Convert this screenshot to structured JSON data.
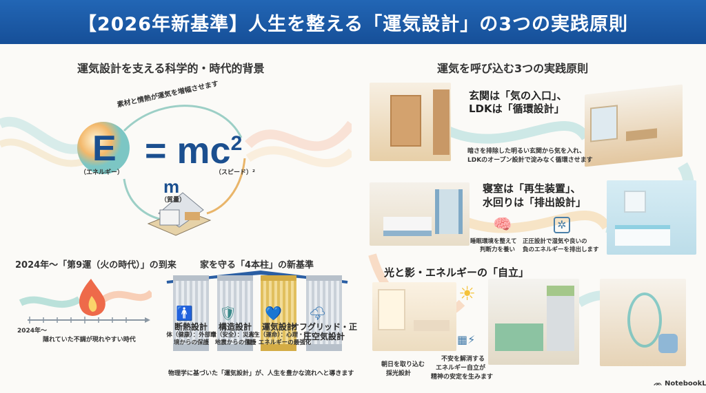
{
  "header": {
    "title": "【2026年新基準】人生を整える「運気設計」の3つの実践原則"
  },
  "left": {
    "section_title": "運気設計を支える科学的・時代的背景",
    "formula": {
      "arc_text": "素材と情熱が運気を増幅させます",
      "E": "E",
      "equals_mc": "= mc",
      "exponent": "2",
      "E_label": "（エネルギー）",
      "c_label": "（スピード）²",
      "m": "m",
      "m_label": "（質量）"
    },
    "era": {
      "title": "2024年～「第9運（火の時代）」の到来",
      "axis_label": "2024年～",
      "caption": "隠れていた不調が現れやすい時代"
    },
    "pillars": {
      "title": "家を守る「4本柱」の新基準",
      "items": [
        {
          "name": "断熱設計",
          "desc": "体（健康）：外部環境からの保護",
          "icon": "person-icon"
        },
        {
          "name": "構造設計",
          "desc": "命（安全）：災害・地震からの保護",
          "icon": "shield-icon"
        },
        {
          "name": "運気設計",
          "desc": "人生（運命）：心理・行動・エネルギーの最強化",
          "icon": "heart-swirl-icon"
        },
        {
          "name": "オフグリッド・正圧空気設計",
          "desc": "",
          "icon": "cloud-lightning-icon"
        }
      ],
      "footer": "物理学に基づいた「運気設計」が、人生を豊かな流れへと導きます"
    }
  },
  "right": {
    "section_title": "運気を呼び込む3つの実践原則",
    "principles": [
      {
        "title_1": "玄関は「気の入口」、",
        "title_2": "LDKは「循環設計」",
        "desc_1": "暗さを排除した明るい玄関から気を入れ、",
        "desc_2": "LDKのオープン設計で淀みなく循環させます"
      },
      {
        "title_1": "寝室は「再生装置」、",
        "title_2": "水回りは「排出設計」",
        "desc_a_1": "睡眠環境を整えて",
        "desc_a_2": "判断力を養い",
        "desc_b_1": "正圧設計で湿気や良いの",
        "desc_b_2": "負のエネルギーを排出します"
      },
      {
        "title": "光と影・エネルギーの「自立」",
        "desc_a_1": "朝日を取り込む",
        "desc_a_2": "採光設計",
        "desc_b_1": "不安を解消する",
        "desc_b_2": "エネルギー自立が",
        "desc_b_3": "精神の安定を生みます"
      }
    ]
  },
  "branding": {
    "label": "NotebookLM"
  },
  "colors": {
    "header": "#1c5aa6",
    "navy": "#1b4f8f",
    "gold": "#e1bf5e",
    "teal": "#6cc3c8",
    "orange": "#f0a060"
  }
}
